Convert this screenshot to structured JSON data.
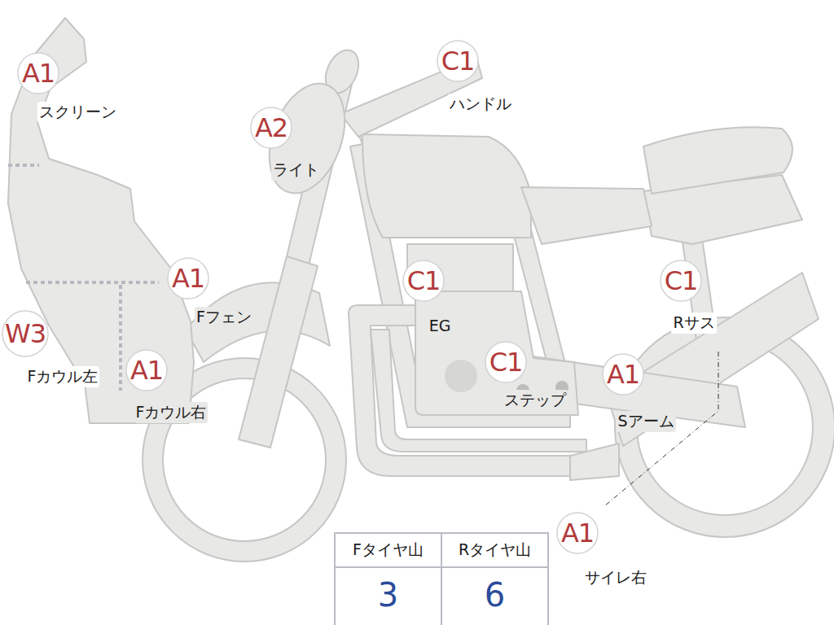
{
  "diagram": {
    "nodes": [
      {
        "text": [
          "A1",
          "スクリーン"
        ]
      },
      {
        "text": [
          "C1",
          "ハンドル"
        ]
      },
      {
        "text": [
          "A2",
          "ライト"
        ]
      },
      {
        "text": [
          "A1",
          "Fフェン"
        ]
      },
      {
        "text": [
          "C1",
          "EG"
        ]
      },
      {
        "text": [
          "C1",
          "Rサス"
        ]
      },
      {
        "text": [
          "W3",
          "Fカウル左"
        ]
      },
      {
        "text": [
          "A1",
          "Fカウル右"
        ]
      },
      {
        "text": [
          "C1",
          "ステップ"
        ]
      },
      {
        "text": [
          "A1",
          "Sアーム"
        ]
      },
      {
        "text": [
          "A1",
          "サイレ右"
        ]
      }
    ],
    "labels": [
      "Fタイヤ山",
      "Rタイヤ山",
      "3",
      "6"
    ]
  }
}
